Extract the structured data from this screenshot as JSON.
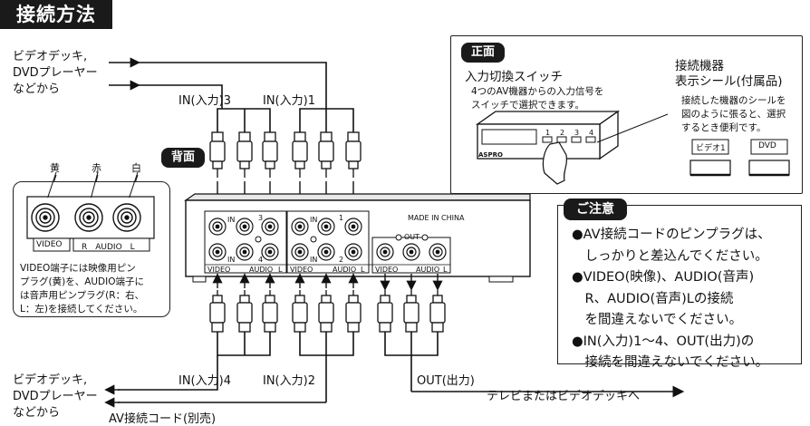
{
  "title": "接続方法",
  "source_top": [
    "ビデオデッキ,",
    "DVDプレーヤー",
    "などから"
  ],
  "source_bottom": [
    "ビデオデッキ,",
    "DVDプレーヤー",
    "などから"
  ],
  "input_labels": {
    "in3": "IN(入力)3",
    "in1": "IN(入力)1",
    "in4": "IN(入力)4",
    "in2": "IN(入力)2"
  },
  "out_label": "OUT(出力)",
  "tv_label": "テレビまたはビデオデッキへ",
  "cable_label": "AV接続コード(別売)",
  "back_label": "背面",
  "jack_colors": [
    "黄",
    "赤",
    "白"
  ],
  "jack_legend": {
    "video": "VIDEO",
    "audio": "R　AUDIO　L"
  },
  "jack_note": [
    "VIDEO端子には映像用ピン",
    "プラグ(黄)を、AUDIO端子に",
    "は音声用ピンプラグ(R：右、",
    "L：左)を接続してください。"
  ],
  "panel": {
    "made_in": "MADE IN CHINA",
    "in": "IN",
    "out": "OUT",
    "nums": [
      "3",
      "4",
      "1",
      "2"
    ],
    "bottom_labels": [
      "VIDEO",
      "AUDIO",
      "L",
      "VIDEO",
      "AUDIO",
      "L",
      "VIDEO",
      "AUDIO",
      "L"
    ]
  },
  "front": {
    "label": "正面",
    "heading": "入力切換スイッチ",
    "desc": [
      "4つのAV機器からの入力信号を",
      "スイッチで選択できます。"
    ],
    "sticker_heading": [
      "接続機器",
      "表示シール(付属品)"
    ],
    "sticker_desc": [
      "接続した機器のシールを",
      "図のように張ると、選択",
      "するとき便利です。"
    ],
    "sticker_tags": [
      "ビデオ1",
      "DVD"
    ],
    "brand": "ASPRO",
    "switch_nums": [
      "1",
      "2",
      "3",
      "4"
    ]
  },
  "notes": {
    "label": "ご注意",
    "lines": [
      "●AV接続コードのピンプラグは、",
      "　しっかりと差込んでください。",
      "●VIDEO(映像)、AUDIO(音声)",
      "　R、AUDIO(音声)Lの接続",
      "　を間違えないでください。",
      "●IN(入力)1～4、OUT(出力)の",
      "　接続を間違えないでください。"
    ]
  }
}
